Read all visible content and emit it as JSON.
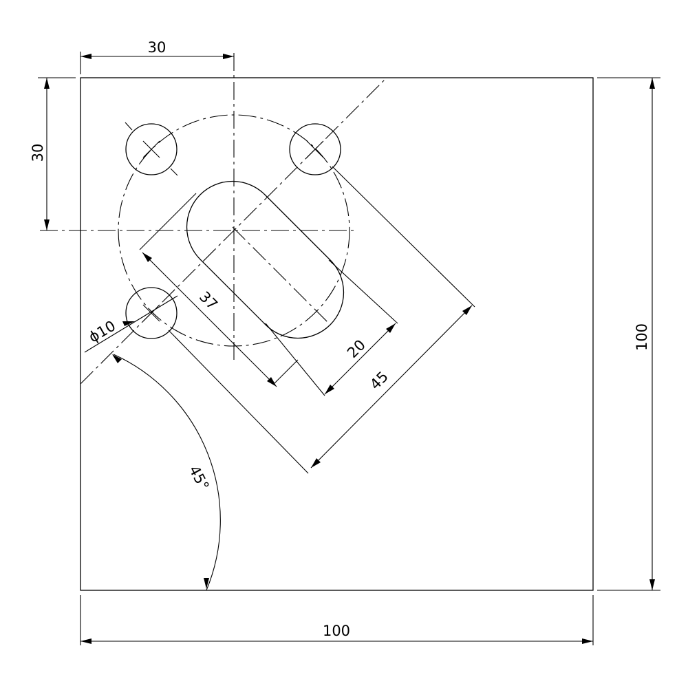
{
  "dimensions": {
    "hole_offset_x": "30",
    "hole_offset_y": "30",
    "plate_width": "100",
    "plate_height": "100",
    "slot_length": "37",
    "slot_width": "20",
    "hole_spacing": "45",
    "hole_diameter": "ϕ10",
    "angle": "45°"
  }
}
